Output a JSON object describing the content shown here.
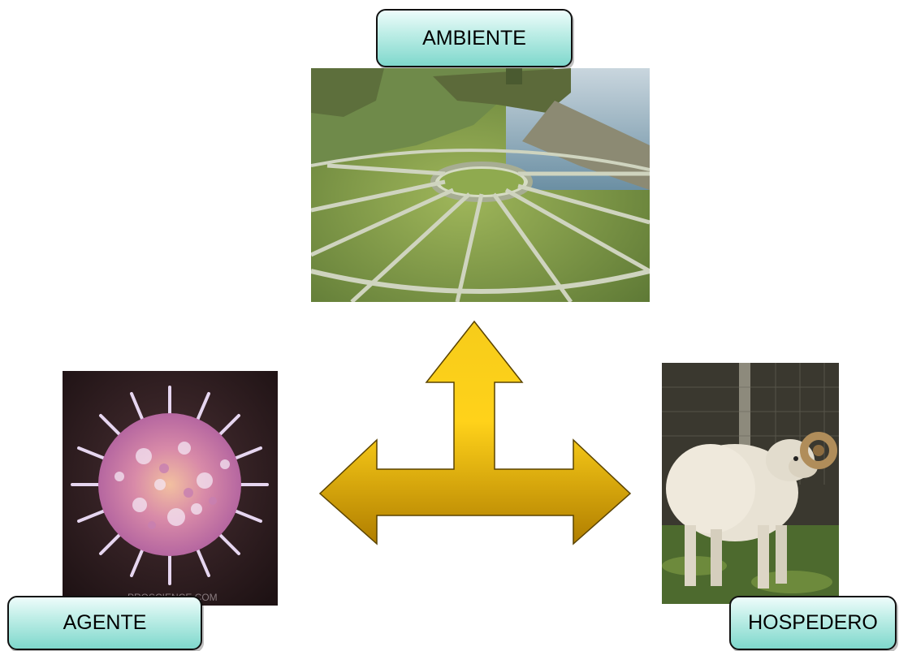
{
  "labels": {
    "ambiente": "AMBIENTE",
    "agente": "AGENTE",
    "hospedero": "HOSPEDERO"
  },
  "images": {
    "ambiente": "landscape with circular stone enclosures by the sea",
    "agente": "virus particle",
    "hospedero": "sheep"
  },
  "watermark": "PROSCIENCE.COM",
  "colors": {
    "label_fill_top": "#eefcfb",
    "label_fill_bottom": "#7fd8cc",
    "arrow_fill_light": "#ffd21a",
    "arrow_fill_dark": "#b07e00",
    "arrow_stroke": "#5a4300"
  },
  "icons": {
    "arrow": "three-way-arrow-icon"
  }
}
